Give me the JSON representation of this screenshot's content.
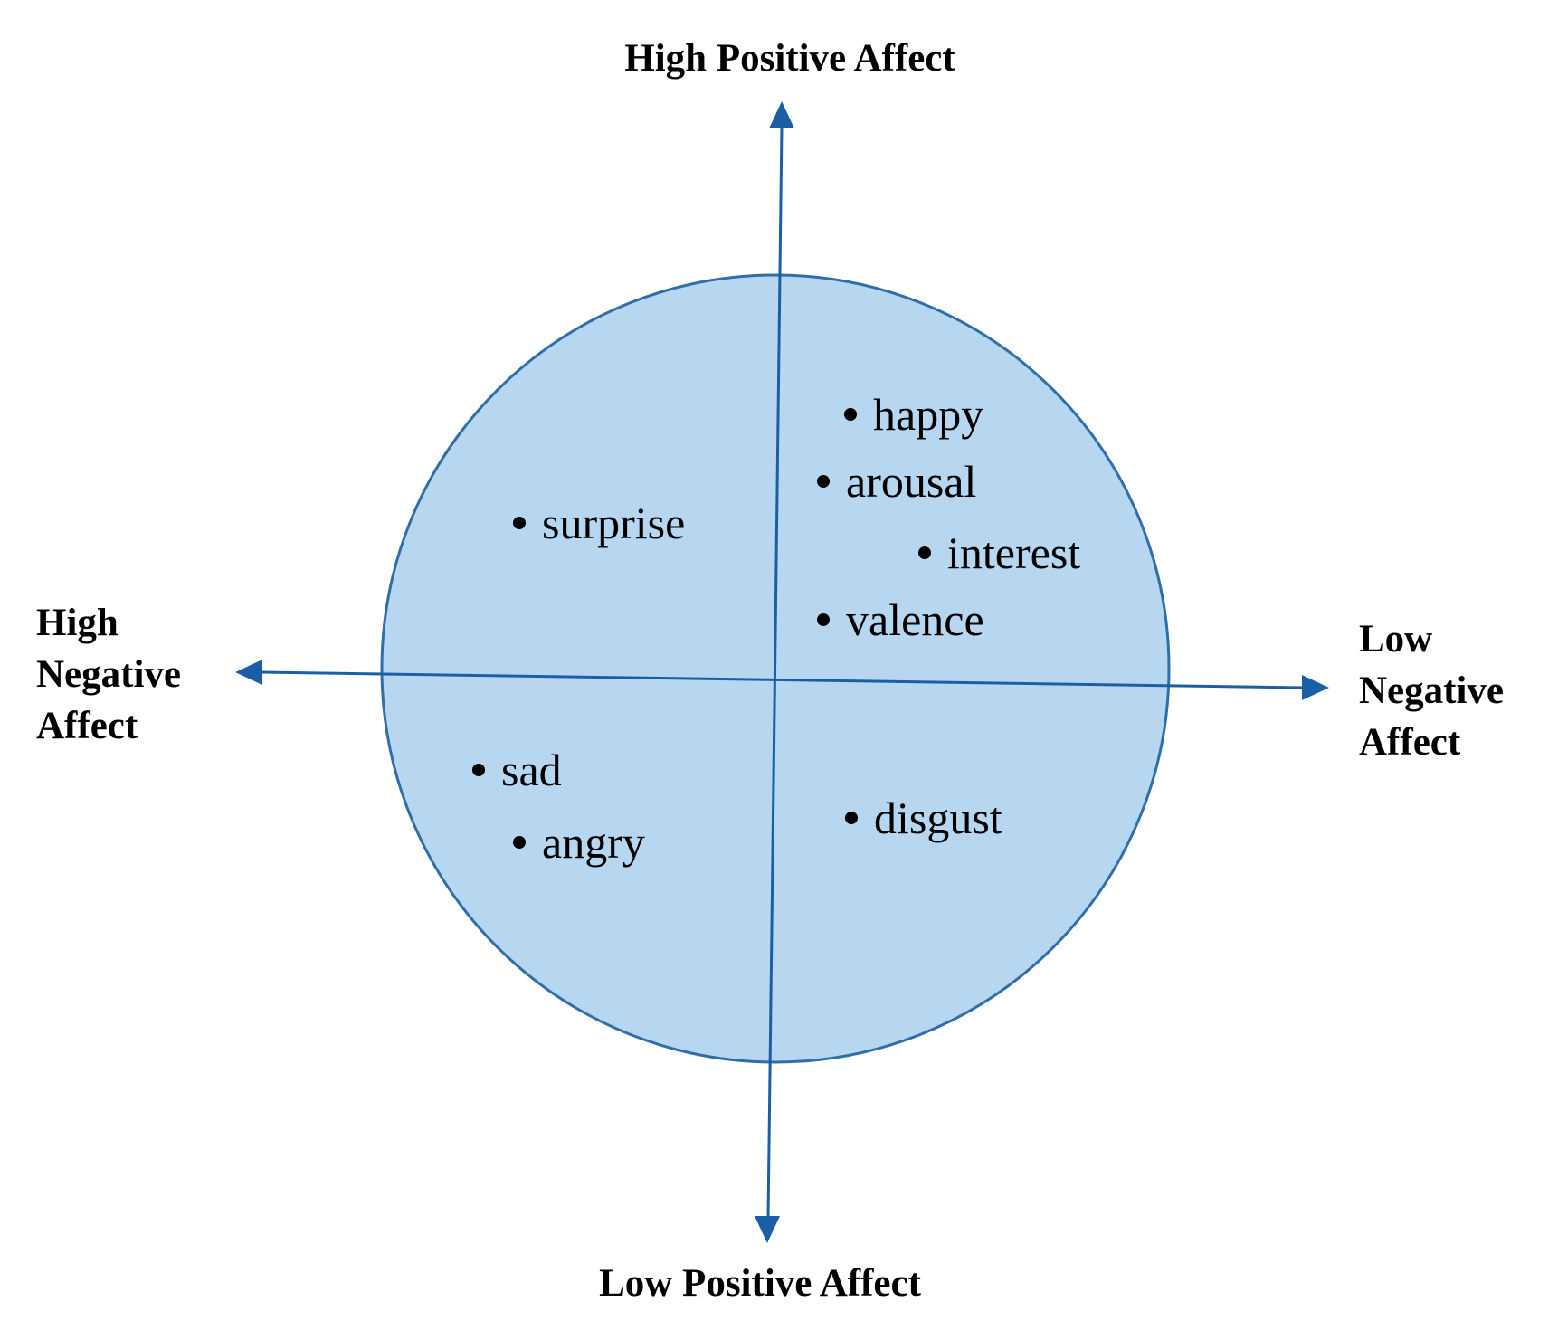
{
  "colors": {
    "circle_fill": "#b7d7f0",
    "circle_stroke": "#2f6ea8",
    "axis": "#1a5fa6",
    "text": "#000000"
  },
  "axes": {
    "top": "High Positive Affect",
    "bottom": "Low Positive Affect",
    "left": [
      "High",
      "Negative",
      "Affect"
    ],
    "right": [
      "Low",
      "Negative",
      "Affect"
    ]
  },
  "emotions": [
    {
      "label": "happy",
      "quadrant": "upper-right"
    },
    {
      "label": "arousal",
      "quadrant": "upper-right"
    },
    {
      "label": "interest",
      "quadrant": "upper-right"
    },
    {
      "label": "valence",
      "quadrant": "upper-right"
    },
    {
      "label": "surprise",
      "quadrant": "upper-left"
    },
    {
      "label": "sad",
      "quadrant": "lower-left"
    },
    {
      "label": "angry",
      "quadrant": "lower-left"
    },
    {
      "label": "disgust",
      "quadrant": "lower-right"
    }
  ]
}
